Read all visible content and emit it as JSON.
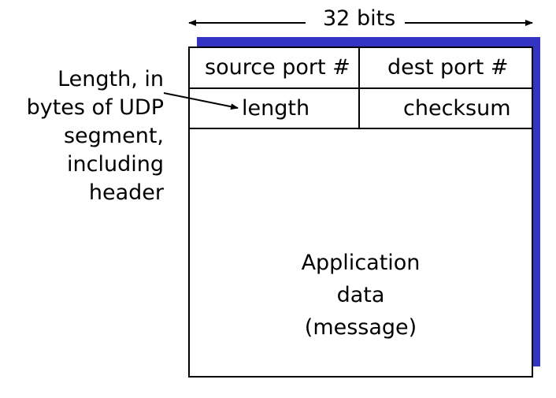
{
  "diagram": {
    "width_label": "32 bits",
    "fields": {
      "source_port": "source port #",
      "dest_port": "dest port #",
      "length": "length",
      "checksum": "checksum"
    },
    "payload_lines": [
      "Application",
      "data",
      "(message)"
    ],
    "annotation_lines": [
      "Length, in",
      "bytes of UDP",
      "segment,",
      "including",
      "header"
    ],
    "colors": {
      "shadow": "#3333c4",
      "lines": "#000000",
      "background": "#ffffff"
    }
  }
}
